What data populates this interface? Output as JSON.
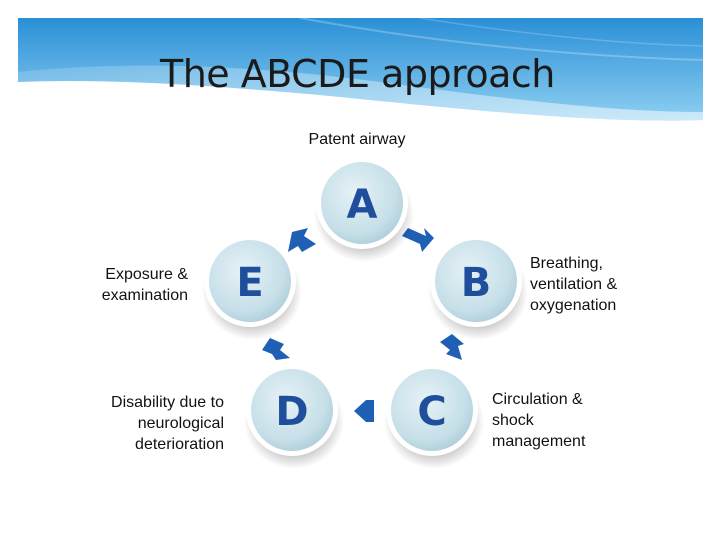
{
  "slide": {
    "title": "The ABCDE approach"
  },
  "colors": {
    "banner_top": "#2a8fd6",
    "banner_bottom": "#8fd0f2",
    "circle_fill": "#cfe5ec",
    "circle_rim": "#ffffff",
    "letter": "#1f4f9c",
    "arrow": "#1f5fb4"
  },
  "steps": [
    {
      "id": "a",
      "letter": "A",
      "label_lines": [
        "Patent airway"
      ]
    },
    {
      "id": "b",
      "letter": "B",
      "label_lines": [
        "Breathing,",
        "ventilation &",
        "oxygenation"
      ]
    },
    {
      "id": "c",
      "letter": "C",
      "label_lines": [
        "Circulation &",
        "shock",
        "management"
      ]
    },
    {
      "id": "d",
      "letter": "D",
      "label_lines": [
        "Disability due to",
        "neurological",
        "deterioration"
      ]
    },
    {
      "id": "e",
      "letter": "E",
      "label_lines": [
        "Exposure &",
        "examination"
      ]
    }
  ]
}
